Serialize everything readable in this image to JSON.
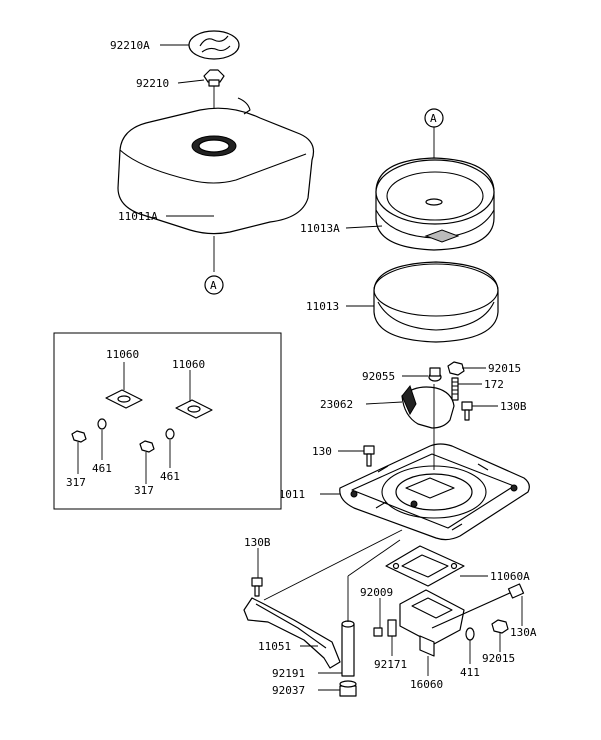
{
  "callouts": {
    "c92210A": "92210A",
    "c92210": "92210",
    "c11011A": "11011A",
    "c11013A": "11013A",
    "c11013": "11013",
    "c92055": "92055",
    "c92015a": "92015",
    "c172": "172",
    "c23062": "23062",
    "c130B_a": "130B",
    "c130": "130",
    "c11011": "11011",
    "c130B_b": "130B",
    "c11060A": "11060A",
    "c92009": "92009",
    "c130A": "130A",
    "c11051": "11051",
    "c92171": "92171",
    "c92015b": "92015",
    "c411": "411",
    "c92191": "92191",
    "c16060": "16060",
    "c92037": "92037",
    "refA_top": "A",
    "refA_mid": "A"
  },
  "inset": {
    "c11060_left": "11060",
    "c11060_right": "11060",
    "c461_left": "461",
    "c461_right": "461",
    "c317_left": "317",
    "c317_right": "317"
  }
}
